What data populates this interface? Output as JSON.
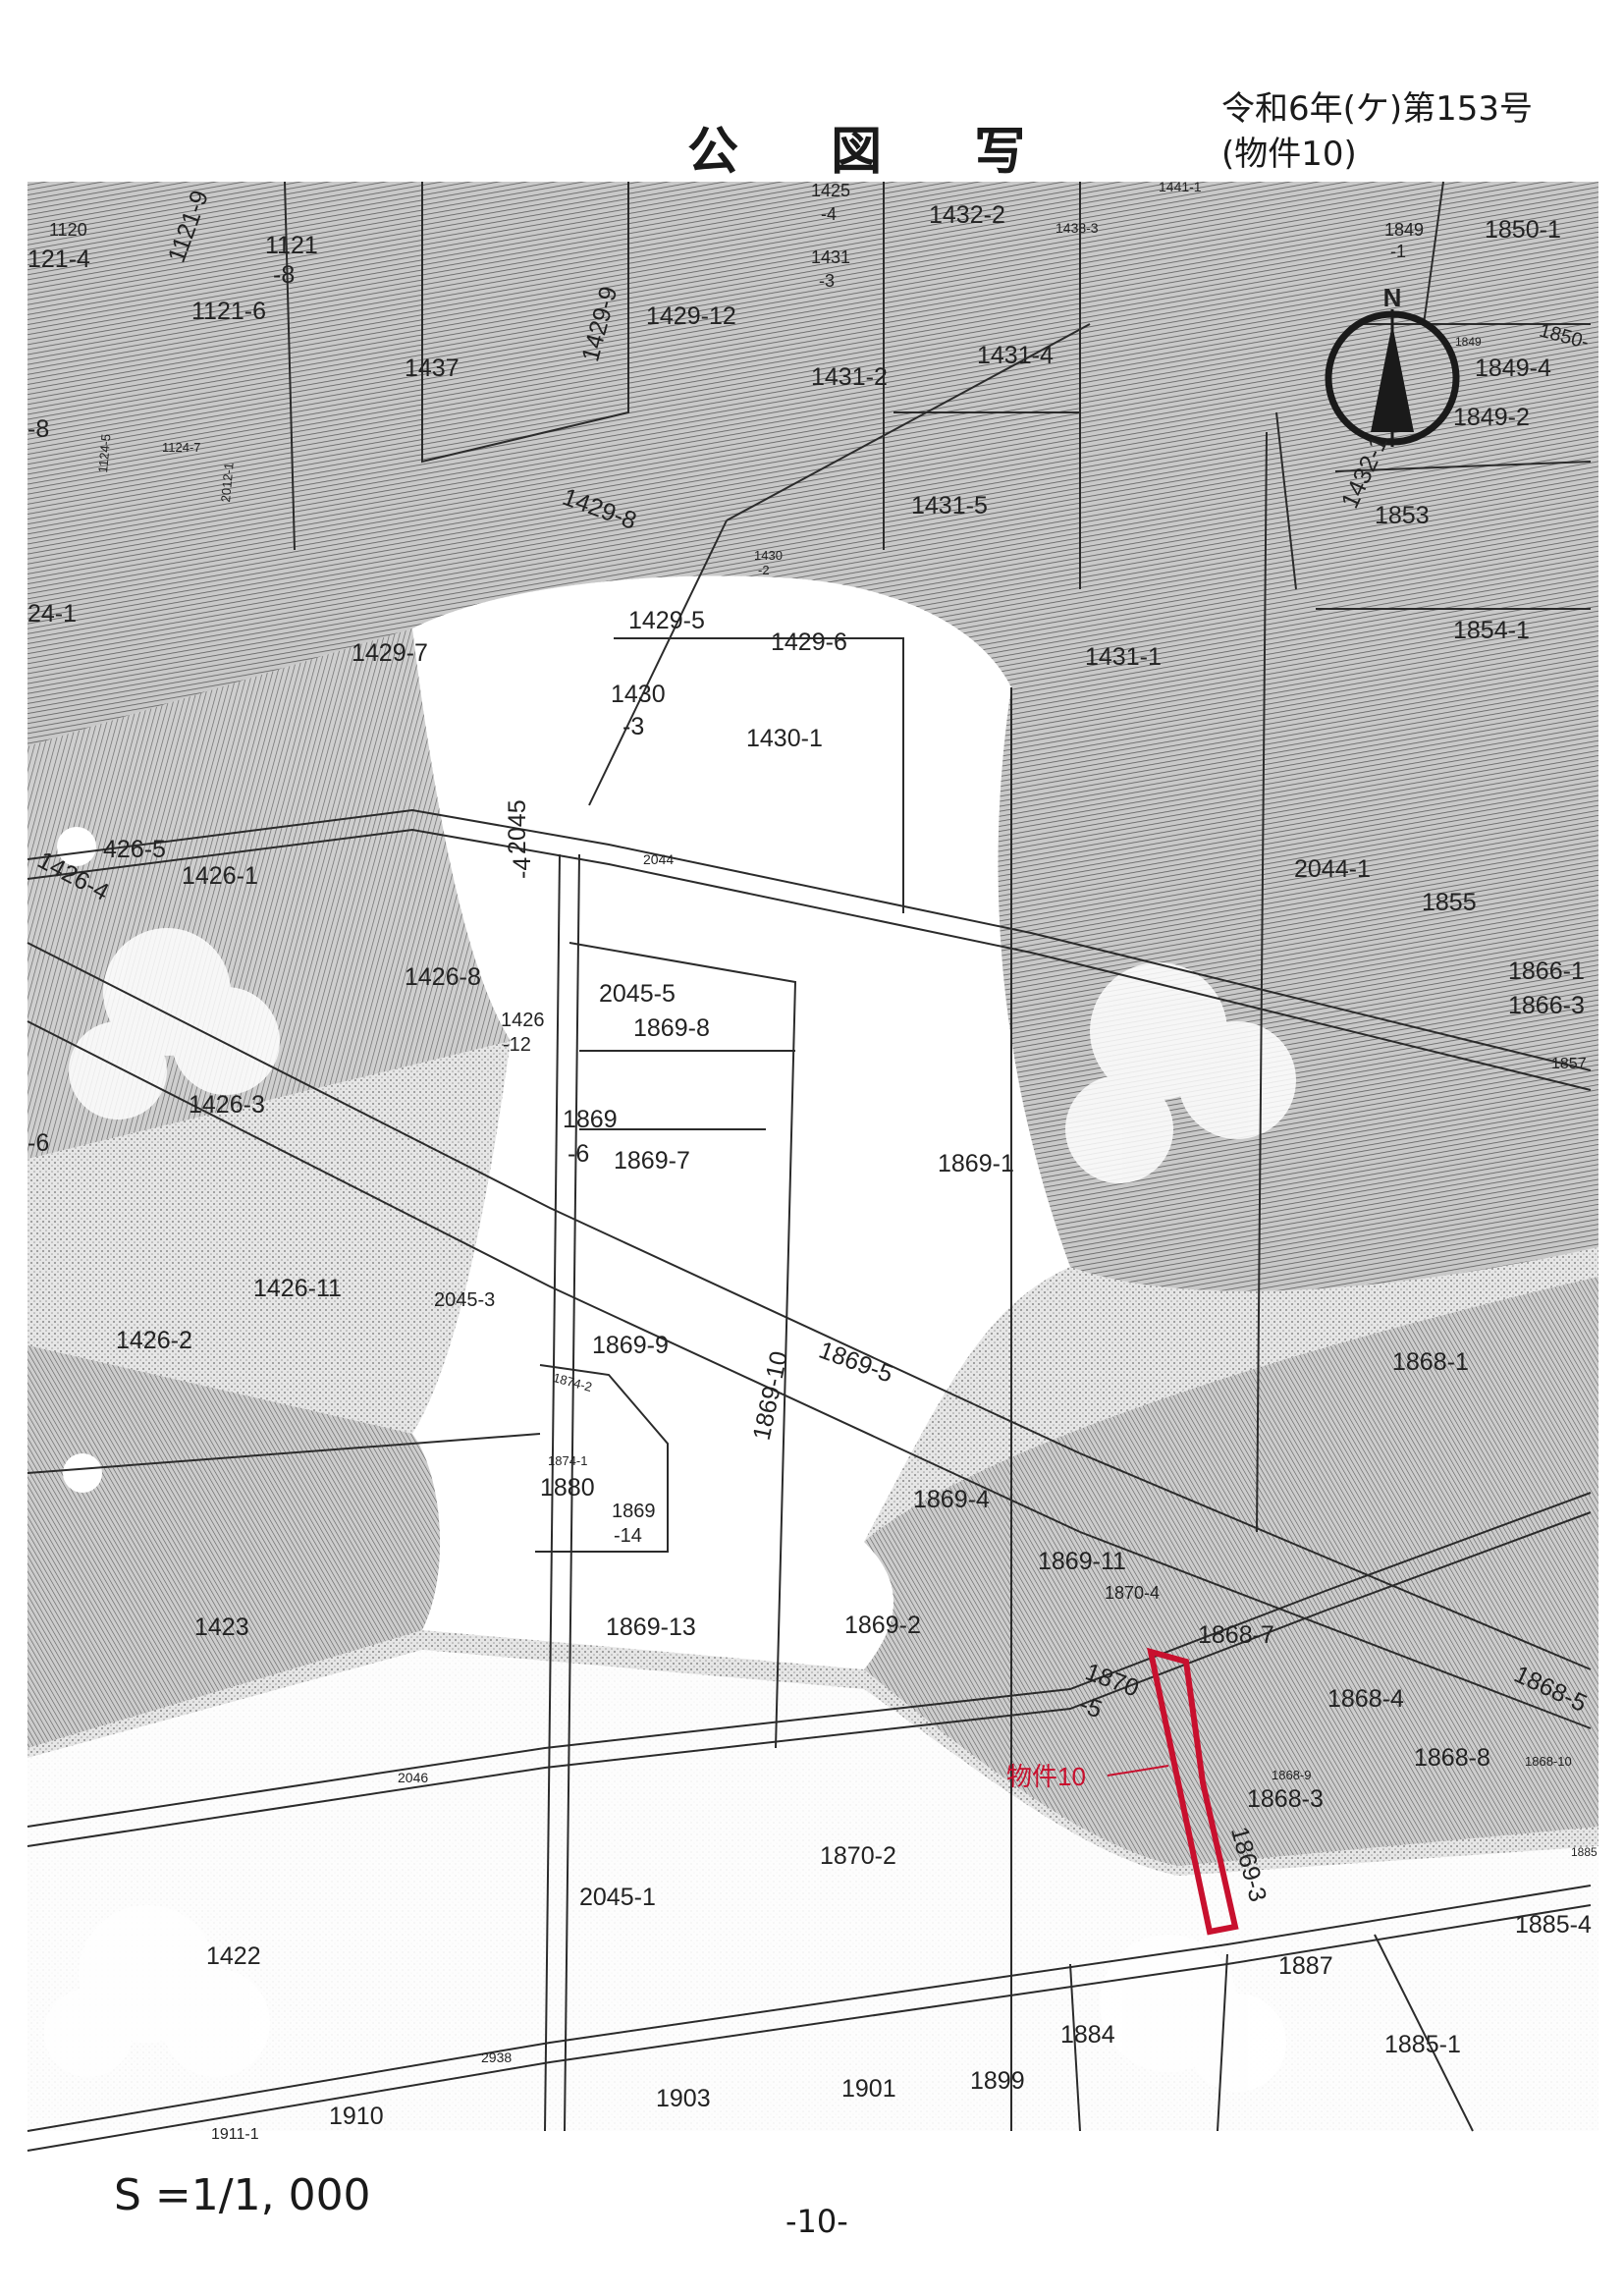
{
  "header": {
    "title": "公 図 写",
    "case_number": "令和6年(ケ)第153号",
    "property_tag": "(物件10)"
  },
  "map": {
    "north_label": "N",
    "highlight_color": "#c8102e",
    "highlight_label": "物件10",
    "parcels": {
      "p1120": "1120",
      "p1121_4": "121-4",
      "p1121_9": "1121-9",
      "p1121_8a": "1121",
      "p1121_8b": "-8",
      "p1121_6": "1121-6",
      "p1437": "1437",
      "p1429_9": "1429-9",
      "p1429_12": "1429-12",
      "p1425_4a": "1425",
      "p1425_4b": "-4",
      "p1431_3a": "1431",
      "p1431_3b": "-3",
      "p1432_2": "1432-2",
      "p1438_3": "1438-3",
      "p1441_1": "1441-1",
      "p1431_2": "1431-2",
      "p1431_4": "1431-4",
      "p1431_5": "1431-5",
      "p1429_8": "1429-8",
      "p1124_7": "1124-7",
      "p1124_5": "1124-5",
      "p2012_1": "2012-1",
      "p8": "-8",
      "p1430_2a": "1430",
      "p1430_2b": "-2",
      "p1429_5": "1429-5",
      "p1429_6": "1429-6",
      "p1429_7": "1429-7",
      "p1430_3a": "1430",
      "p1430_3b": "-3",
      "p1430_1": "1430-1",
      "p1424_1": "24-1",
      "p1431_1": "1431-1",
      "p1849_1a": "1849",
      "p1849_1b": "-1",
      "p1850_1": "1850-1",
      "p1850_x": "1850-",
      "p1849_4": "1849-4",
      "p1849_2": "1849-2",
      "p1849_small": "1849",
      "p1432_1": "1432-1",
      "p1853": "1853",
      "p1854_1": "1854-1",
      "p2044_1": "2044-1",
      "p1855": "1855",
      "p1866_1": "1866-1",
      "p1866_3": "1866-3",
      "p1857": "1857",
      "p1426_5": "426-5",
      "p1426_1": "1426-1",
      "p1426_4": "1426-4",
      "p2045_4a": "2045",
      "p2045_4b": "-4",
      "r2044": "2044",
      "p1426_8": "1426-8",
      "p2045_5": "2045-5",
      "p1869_8": "1869-8",
      "p1426_12a": "1426",
      "p1426_12b": "-12",
      "p1426_3": "1426-3",
      "p6": "-6",
      "p1869_6a": "1869",
      "p1869_6b": "-6",
      "p1869_7": "1869-7",
      "p1869_1": "1869-1",
      "p1426_11": "1426-11",
      "p2045_3": "2045-3",
      "p1426_2": "1426-2",
      "p1869_9": "1869-9",
      "p1869_10": "1869-10",
      "p1869_5": "1869-5",
      "p1868_1": "1868-1",
      "p1874_2": "1874-2",
      "p1874_1": "1874-1",
      "p1880": "1880",
      "p1869_14a": "1869",
      "p1869_14b": "-14",
      "p1869_4": "1869-4",
      "p1869_11": "1869-11",
      "p1870_4": "1870-4",
      "p1423": "1423",
      "p1869_13": "1869-13",
      "p1869_2": "1869-2",
      "p1868_7": "1868-7",
      "p1870_5a": "1870",
      "p1870_5b": "-5",
      "p1868_4": "1868-4",
      "p1868_5": "1868-5",
      "p1868_8": "1868-8",
      "p1868_9": "1868-9",
      "p1868_10": "1868-10",
      "p1868_3": "1868-3",
      "r2046": "2046",
      "p1869_3": "1869-3",
      "p1870_2": "1870-2",
      "p2045_1": "2045-1",
      "p1885_4": "1885-4",
      "p1885x": "1885",
      "p1887": "1887",
      "p1422": "1422",
      "p1884": "1884",
      "p1885_1": "1885-1",
      "r2938": "2938",
      "p1903": "1903",
      "p1901": "1901",
      "p1899": "1899",
      "p1910": "1910",
      "p1911_1": "1911-1"
    }
  },
  "footer": {
    "scale": "S =1/1, 000",
    "page_number": "-10-"
  }
}
